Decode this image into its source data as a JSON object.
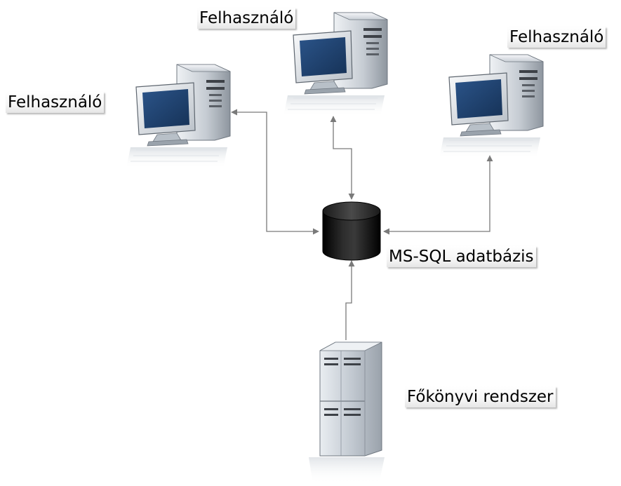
{
  "nodes": {
    "user_left": {
      "label": "Felhasználó",
      "icon": "workstation-icon"
    },
    "user_top": {
      "label": "Felhasználó",
      "icon": "workstation-icon"
    },
    "user_right": {
      "label": "Felhasználó",
      "icon": "workstation-icon"
    },
    "database": {
      "label": "MS-SQL adatbázis",
      "icon": "database-cylinder-icon"
    },
    "ledger": {
      "label": "Főkönyvi rendszer",
      "icon": "server-tower-icon"
    }
  },
  "edges": [
    {
      "from": "database",
      "to": "user_left",
      "direction": "both"
    },
    {
      "from": "database",
      "to": "user_top",
      "direction": "both"
    },
    {
      "from": "database",
      "to": "user_right",
      "direction": "both"
    },
    {
      "from": "ledger",
      "to": "database",
      "direction": "forward"
    }
  ],
  "colors": {
    "monitor_screen": "#1d3f6e",
    "case_gray": "#b7bec6",
    "connector": "#7a7a7a",
    "database_body": "#111111"
  }
}
